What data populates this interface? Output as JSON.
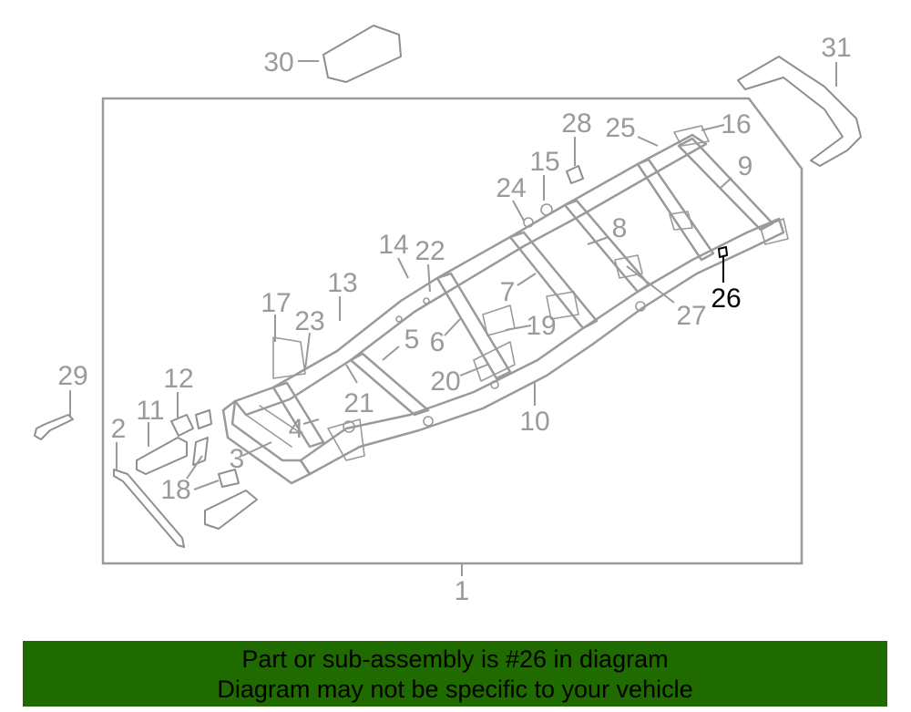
{
  "diagram": {
    "highlight_part": "26",
    "colors": {
      "line": "#9a9a9a",
      "highlight": "#000000",
      "banner": "#1f6b00"
    },
    "callouts": [
      "1",
      "2",
      "3",
      "4",
      "5",
      "6",
      "7",
      "8",
      "9",
      "10",
      "11",
      "12",
      "13",
      "14",
      "15",
      "16",
      "17",
      "18",
      "19",
      "20",
      "21",
      "22",
      "23",
      "24",
      "25",
      "26",
      "27",
      "28",
      "29",
      "30",
      "31"
    ]
  },
  "banner": {
    "line1": "Part or sub-assembly is #26 in diagram",
    "line2": "Diagram may not be specific to your vehicle"
  }
}
